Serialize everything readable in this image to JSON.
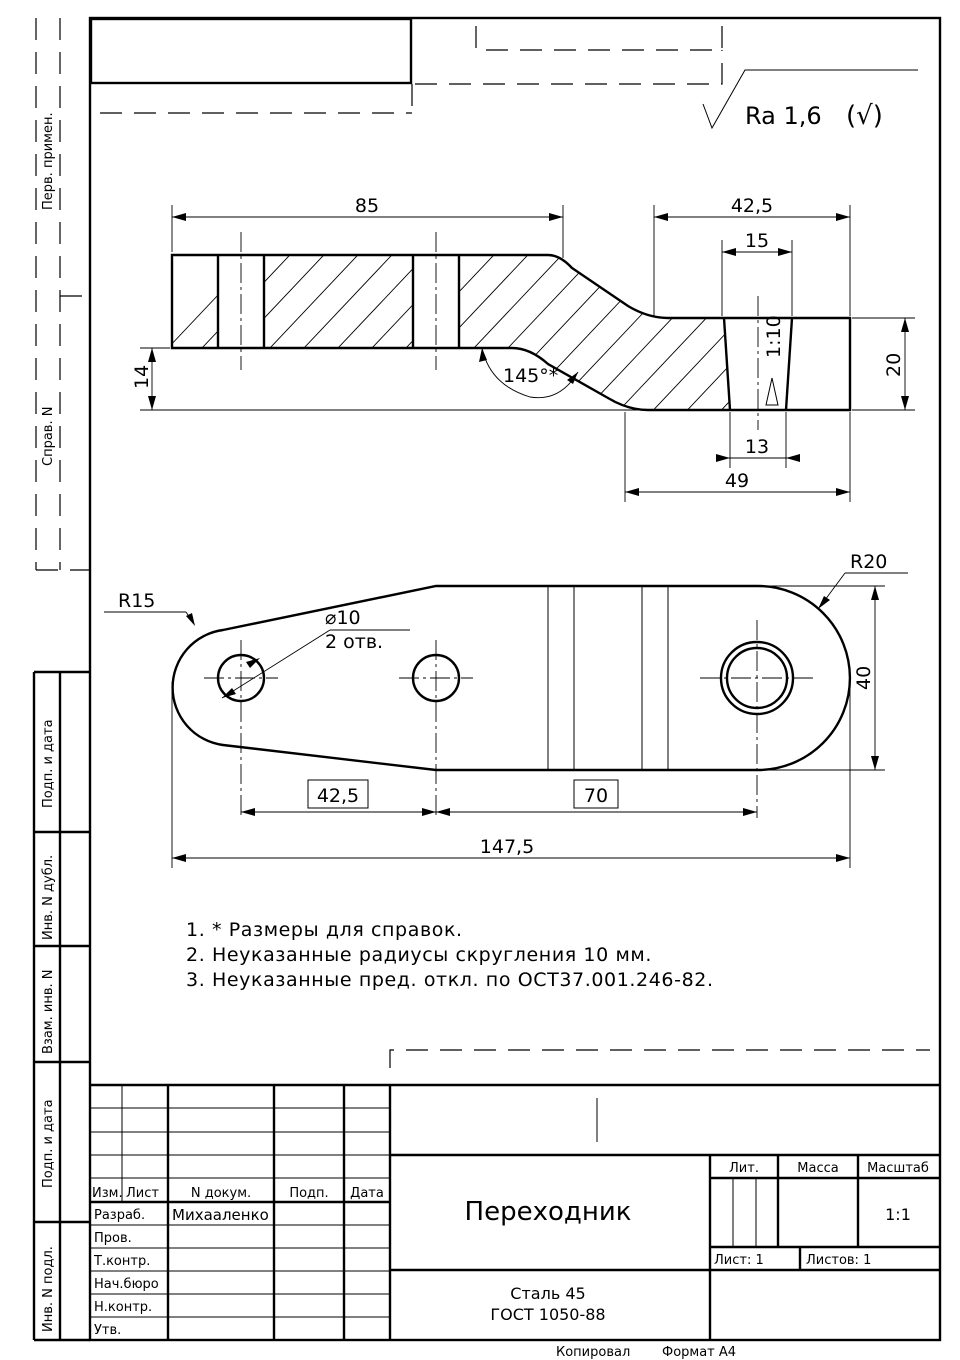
{
  "roughness": {
    "label": "Ra 1,6",
    "general": "(√)"
  },
  "dimensions": {
    "top_length": "85",
    "right_length": "42,5",
    "hole_top": "15",
    "taper": "1:10",
    "hole_bottom": "13",
    "base_length": "49",
    "height_left": "14",
    "height_right": "20",
    "angle": "145°*",
    "radius_left": "R15",
    "radius_right": "R20",
    "hole_dia": "⌀10",
    "hole_count": "2 отв.",
    "width": "40",
    "spacing_1": "42,5",
    "spacing_2": "70",
    "overall_length": "147,5"
  },
  "notes": [
    "1. * Размеры для справок.",
    "2. Неуказанные радиусы скругления 10 мм.",
    "3. Неуказанные пред. откл. по ОСТ37.001.246-82."
  ],
  "side_labels": {
    "perv_primen": "Перв. примен.",
    "sprav_n": "Справ. N",
    "podp_data_1": "Подп. и дата",
    "inv_dubl": "Инв. N дубл.",
    "vzam_inv": "Взам. инв. N",
    "podp_data_2": "Подп. и дата",
    "inv_podl": "Инв. N подл."
  },
  "title_block": {
    "headers": {
      "izm": "Изм.",
      "list": "Лист",
      "doc": "N докум.",
      "podp": "Подп.",
      "data": "Дата"
    },
    "roles": {
      "razrab": "Разраб.",
      "prov": "Пров.",
      "tkontr": "Т.контр.",
      "nachburo": "Нач.бюро",
      "nkontr": "Н.контр.",
      "utv": "Утв."
    },
    "developer": "Михааленко",
    "part_name": "Переходник",
    "material_line1": "Сталь 45",
    "material_line2": "ГОСТ 1050-88",
    "lit": "Лит.",
    "massa": "Масса",
    "masshtab": "Масштаб",
    "scale": "1:1",
    "sheet": "Лист: 1",
    "sheets": "Листов: 1"
  },
  "footer": {
    "copied": "Копировал",
    "format": "Формат А4"
  }
}
